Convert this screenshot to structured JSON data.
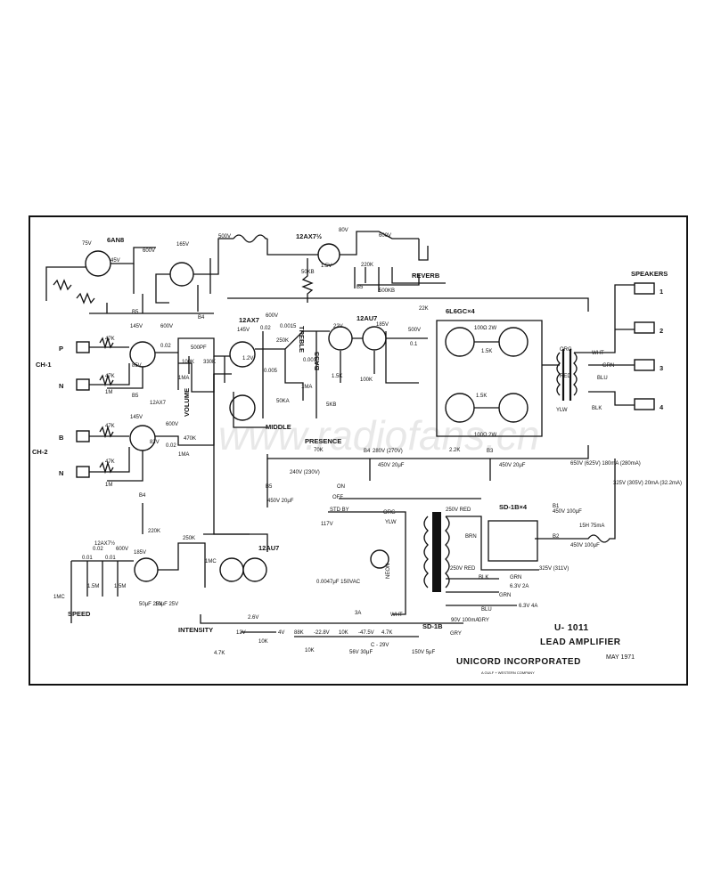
{
  "watermark": "www.radiofans.cn",
  "title_block": {
    "model": "U- 1011",
    "name": "LEAD AMPLIFIER",
    "date": "MAY 1971",
    "company": "UNICORD INCORPORATED",
    "company_sub": "A GULF + WESTERN COMPANY"
  },
  "inputs": {
    "ch1": "CH-1",
    "ch2": "CH-2",
    "ch1_p": "P",
    "ch1_n": "N",
    "ch2_b": "B",
    "ch2_n": "N"
  },
  "controls": {
    "volume": "VOLUME",
    "middle": "MIDDLE",
    "bass": "BASS",
    "presence": "PRESENCE",
    "reverb": "REVERB",
    "speed": "SPEED",
    "intensity": "INTENSITY",
    "treble": "TREBLE"
  },
  "tubes": {
    "v1": "6AN8",
    "v2": "12AX7",
    "v3": "12AX7",
    "v4": "12AU7",
    "v5": "12AX7½",
    "v6": "12AX7½",
    "v7": "12AU7",
    "outputs": "6L6GC×4",
    "rect": "SD-1B×4",
    "rect2": "SD-1B"
  },
  "speakers": {
    "header": "SPEAKERS",
    "jacks": [
      "1",
      "2",
      "3",
      "4"
    ],
    "wht": "WHT",
    "grn": "GRN",
    "blu": "BLU",
    "blk": "BLK"
  },
  "power": {
    "std_by": "STD BY",
    "on": "ON",
    "off": "OFF",
    "mains": "117V",
    "neon": "NEON",
    "cap_mains": "0.0047μF 150VAC",
    "fuse": "3A",
    "heater1": "6.3V 2A",
    "heater2": "6.3V 4A",
    "red": "RED",
    "grn": "GRN",
    "blu": "BLU",
    "gry": "GRY",
    "wht": "WHT",
    "ylw": "YLW",
    "org": "ORG",
    "brn": "BRN",
    "v250": "250V RED",
    "v250b": "250V RED",
    "bias": "-22.8V",
    "bias2": "-47.5V",
    "c_neg": "C - 29V",
    "v_90": "90V 100mA"
  },
  "rails": {
    "b1": "B1",
    "b2": "B2",
    "b3": "B3",
    "b4": "B4",
    "b5": "B5",
    "b_plus_1": "650V (625V) 180mA (280mA)",
    "b_plus_2": "325V (305V) 20mA (32.2mA)",
    "b3_v": "280V (270V)",
    "b4_v": "240V (230V)",
    "cap1": "450V 20μF",
    "cap2": "450V 20μF",
    "cap3": "450V 100μF",
    "cap4": "450V 100μF",
    "cap5": "450V 20μF",
    "choke": "15H 75mA",
    "v325b": "325V (311V)"
  },
  "values": {
    "r47k": "47K",
    "r1m": "1M",
    "r100k": "100K",
    "r470k": "470K",
    "r330k": "330K",
    "r22k": "22K",
    "r2_2k": "2.2K",
    "r70k": "70K",
    "r1_5k": "1.5K",
    "r100_2w": "100Ω 2W",
    "r5kb": "5KB",
    "r50kb": "50KB",
    "r500kb": "500KB",
    "r50ka": "50KA",
    "r1ma": "1MA",
    "r220k": "220K",
    "r88k": "88K",
    "r10k": "10K",
    "r4_7k": "4.7K",
    "r1_5m": "1.5M",
    "r1mc": "1MC",
    "r250k": "250K",
    "v145": "145V",
    "v600": "600V",
    "v165": "165V",
    "v80": "80V",
    "v22": "22V",
    "v185": "185V",
    "v500": "500V",
    "v1_5": "1.5V",
    "v1_2": "1.2V",
    "v2_6": "2.6V",
    "v4": "4V",
    "v12": "12V",
    "v75": "75V",
    "v45": "45V",
    "v85": "85V",
    "v82": "82V",
    "c0_02": "0.02",
    "c0_1": "0.1",
    "c0_01": "0.01",
    "c500pf": "500PF",
    "c0_005": "0.005",
    "c0_0015": "0.0015",
    "c0_001": "0.001",
    "c56_30": "56V 30μF",
    "c150_5": "150V 5μF",
    "c10_25": "10μF 25V",
    "c50_25": "50μF 25V",
    "c25_10": "25V 10μF"
  }
}
